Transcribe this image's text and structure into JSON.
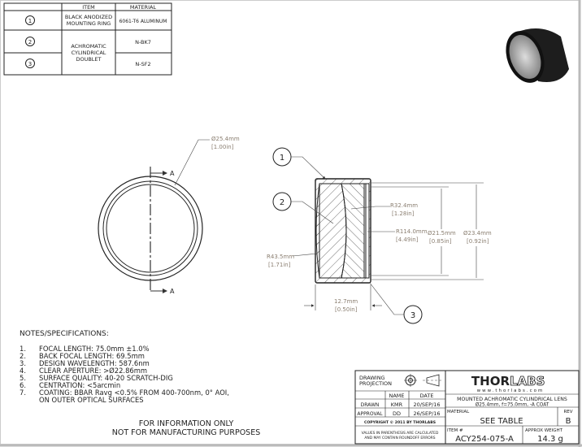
{
  "parts_table": {
    "headers": [
      "",
      "ITEM",
      "MATERIAL"
    ],
    "rows": [
      {
        "balloon": "1",
        "item_line1": "BLACK ANODIZED",
        "item_line2": "MOUNTING RING",
        "material": "6061-T6 ALUMINUM"
      },
      {
        "balloon": "2",
        "material": "N-BK7"
      },
      {
        "balloon": "3",
        "material": "N-SF2"
      }
    ],
    "shared_item": [
      "ACHROMATIC",
      "CYLINDRICAL",
      "DOUBLET"
    ]
  },
  "front_view": {
    "section_label": "A",
    "diameter": "Ø25.4mm",
    "diameter_in": "[1.00in]"
  },
  "section_view": {
    "balloons": [
      "1",
      "2",
      "3"
    ],
    "r1": "R32.4mm",
    "r1_in": "[1.28in]",
    "r2": "R114.0mm",
    "r2_in": "[4.49in]",
    "r3": "R43.5mm",
    "r3_in": "[1.71in]",
    "clear_dia": "Ø21.5mm",
    "clear_dia_in": "[0.85in]",
    "outer_dia": "Ø23.4mm",
    "outer_dia_in": "[0.92in]",
    "length": "12.7mm",
    "length_in": "[0.50in]"
  },
  "notes": {
    "title": "NOTES/SPECIFICATIONS:",
    "items": [
      {
        "num": "1.",
        "text": "FOCAL LENGTH: 75.0mm ±1.0%"
      },
      {
        "num": "2.",
        "text": "BACK FOCAL LENGTH: 69.5mm"
      },
      {
        "num": "3.",
        "text": "DESIGN WAVELENGTH: 587.6nm"
      },
      {
        "num": "4.",
        "text": "CLEAR APERTURE: >Ø22.86mm"
      },
      {
        "num": "5.",
        "text": "SURFACE QUALITY: 40-20 SCRATCH-DIG"
      },
      {
        "num": "6.",
        "text": "CENTRATION: <5arcmin"
      },
      {
        "num": "7.",
        "text": "COATING: BBAR Ravg <0.5% FROM 400-700nm, 0° AOI,"
      },
      {
        "num": "",
        "text": "ON OUTER OPTICAL SURFACES"
      }
    ],
    "disclaimer1": "FOR INFORMATION ONLY",
    "disclaimer2": "NOT FOR MANUFACTURING PURPOSES"
  },
  "title_block": {
    "projection_label1": "DRAWING",
    "projection_label2": "PROJECTION",
    "name_header": "NAME",
    "date_header": "DATE",
    "drawn_label": "DRAWN",
    "drawn_name": "KMR",
    "drawn_date": "20/SEP/16",
    "approval_label": "APPROVAL",
    "approval_name": "DD",
    "approval_date": "26/SEP/16",
    "copyright": "COPYRIGHT © 2011 BY THORLABS",
    "values_note1": "VALUES IN PARENTHESIS ARE CALCULATED",
    "values_note2": "AND MAY CONTAIN ROUNDOFF ERRORS",
    "logo_thor": "THOR",
    "logo_labs": "LABS",
    "website": "www.thorlabs.com",
    "description1": "MOUNTED ACHROMATIC CYLINDRICAL LENS",
    "description2": "Ø25.4mm, f=75.0mm, -A COAT",
    "material_label": "MATERIAL",
    "material_value": "SEE TABLE",
    "rev_label": "REV",
    "rev_value": "B",
    "item_label": "ITEM #",
    "item_value": "ACY254-075-A",
    "weight_label": "APPROX WEIGHT",
    "weight_value": "14.3 g"
  }
}
